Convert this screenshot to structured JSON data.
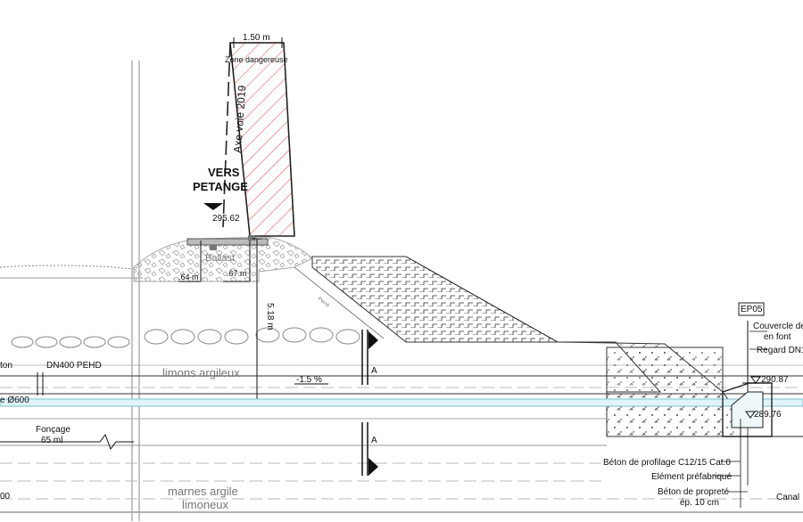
{
  "labels": {
    "width_dim": "1.50 m",
    "danger_zone": "Zone dangereuse",
    "axis_track": "Axe voie 2019",
    "direction_line1": "VERS",
    "direction_line2": "PETANGE",
    "rail_level": "295.62",
    "ballast": "Ballast",
    "dim_left": ".64 m",
    "dim_right": ".67 m",
    "depth_dim": "5.18 m",
    "soil_upper": "limons argileux",
    "soil_lower_1": "marnes argile",
    "soil_lower_2": "limoneux",
    "slope": "-1.5 %",
    "section_top": "A",
    "section_bottom": "A",
    "pipe_type": "DN400 PEHD",
    "pipe_left_1": "ton",
    "pipe_left_2": "e Ø600",
    "foncage_1": "Fonçage",
    "foncage_2": "65 ml",
    "left_bottom": "00",
    "ep_tag": "EP05",
    "couvercle_1": "Couvercle de",
    "couvercle_2": "en font",
    "regard": "Regard DN1",
    "level_top": "290.87",
    "level_bottom": "289.76",
    "beton_profilage": "Béton de profilage C12/15 Cat.0",
    "element_prefab": "Elément préfabriqué",
    "beton_proprete_1": "Béton de propreté",
    "beton_proprete_2": "ép. 10 cm",
    "canal": "Canal",
    "perre": "Perré"
  }
}
